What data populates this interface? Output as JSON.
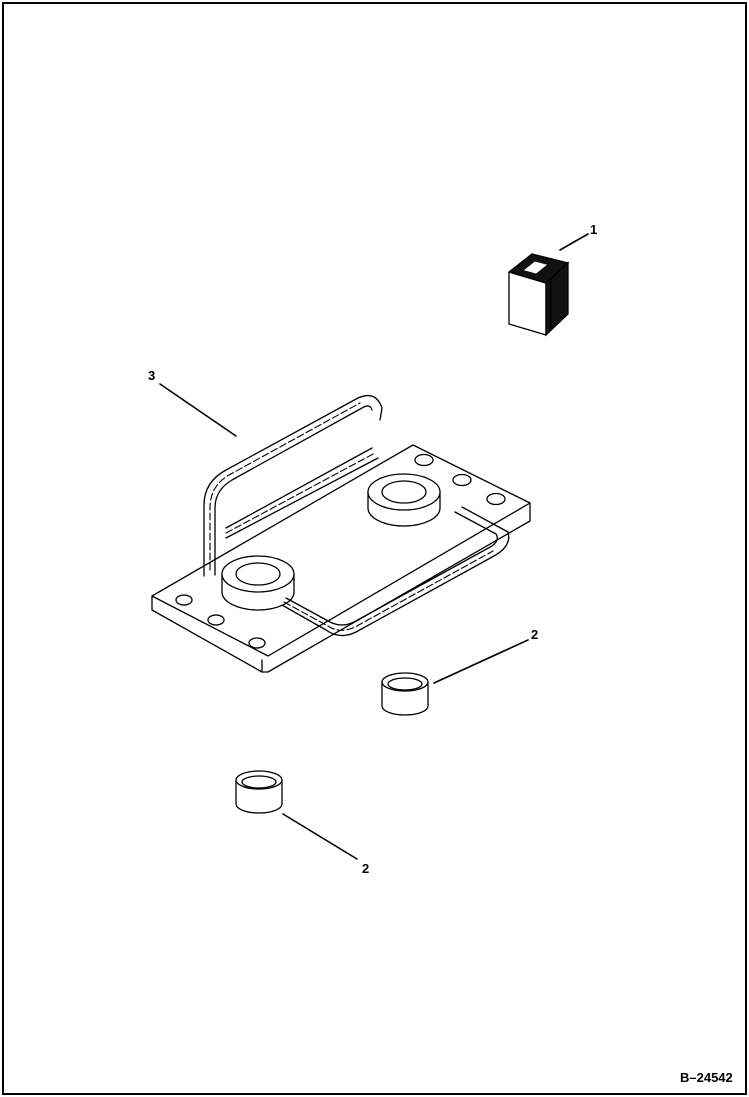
{
  "document": {
    "number": "B–24542"
  },
  "callouts": [
    {
      "label": "1",
      "part": "part-1-block"
    },
    {
      "label": "2",
      "part": "part-2-bushing-upper"
    },
    {
      "label": "2",
      "part": "part-2-bushing-lower"
    },
    {
      "label": "3",
      "part": "part-3-mount-plate-assembly"
    }
  ],
  "colors": {
    "line": "#000000",
    "background": "#ffffff"
  }
}
